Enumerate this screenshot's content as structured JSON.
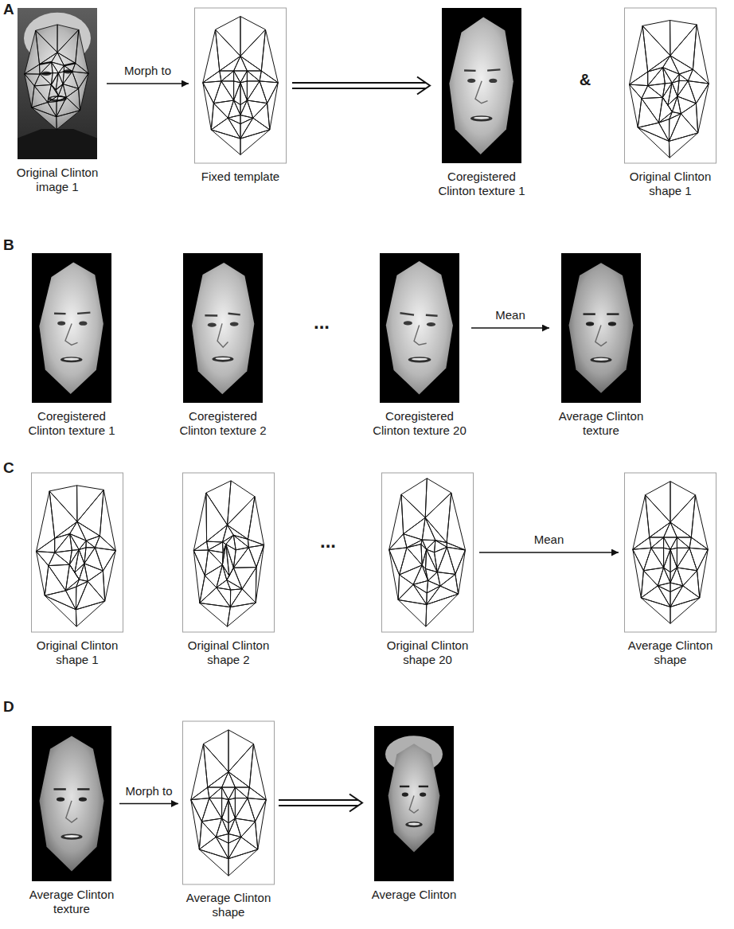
{
  "diagram": {
    "nodes": [
      {
        "text": [
          "Original Clinton image 1"
        ]
      },
      {
        "text": [
          "Fixed template"
        ]
      },
      {
        "text": [
          "Coregistered Clinton texture 1"
        ]
      },
      {
        "text": [
          "Original Clinton shape 1"
        ]
      },
      {
        "text": [
          "Coregistered Clinton texture 1"
        ]
      },
      {
        "text": [
          "Coregistered Clinton texture 2"
        ]
      },
      {
        "text": [
          "Coregistered Clinton texture 20"
        ]
      },
      {
        "text": [
          "Average Clinton texture"
        ]
      },
      {
        "text": [
          "Original Clinton shape 1"
        ]
      },
      {
        "text": [
          "Original Clinton shape 2"
        ]
      },
      {
        "text": [
          "Original Clinton shape 20"
        ]
      },
      {
        "text": [
          "Average Clinton shape"
        ]
      },
      {
        "text": [
          "Average Clinton texture"
        ]
      },
      {
        "text": [
          "Average Clinton shape"
        ]
      },
      {
        "text": [
          "Average Clinton"
        ]
      }
    ],
    "edges": [
      {
        "from": 0,
        "to": 1,
        "label": "Morph to",
        "arrow": "to"
      },
      {
        "from": 1,
        "to": 2,
        "arrow": "to"
      },
      {
        "from": 6,
        "to": 7,
        "label": "Mean",
        "arrow": "to"
      },
      {
        "from": 10,
        "to": 11,
        "label": "Mean",
        "arrow": "to"
      },
      {
        "from": 12,
        "to": 13,
        "label": "Morph to",
        "arrow": "to"
      },
      {
        "from": 13,
        "to": 14,
        "arrow": "to"
      }
    ],
    "labels": [
      "A",
      "B",
      "C",
      "D",
      "&",
      "...",
      "..."
    ]
  }
}
